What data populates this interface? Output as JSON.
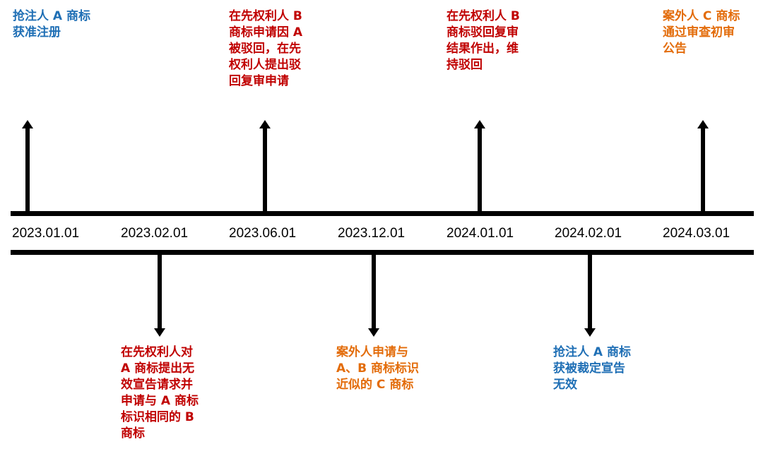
{
  "dates": [
    "2023.01.01",
    "2023.02.01",
    "2023.06.01",
    "2023.12.01",
    "2024.01.01",
    "2024.02.01",
    "2024.03.01"
  ],
  "events_above": [
    {
      "text": "抢注人 A 商标\n获准注册",
      "color": "#1f6fb5"
    },
    {
      "text": "在先权利人 B\n商标申请因 A\n被驳回，在先\n权利人提出驳\n回复审申请",
      "color": "#c00000"
    },
    {
      "text": "在先权利人 B\n商标驳回复审\n结果作出，维\n持驳回",
      "color": "#c00000"
    },
    {
      "text": "案外人 C 商标\n通过审查初审\n公告",
      "color": "#e36c0a"
    }
  ],
  "events_below": [
    {
      "text": "在先权利人对\nA 商标提出无\n效宣告请求并\n申请与 A 商标\n标识相同的 B\n商标",
      "color": "#c00000"
    },
    {
      "text": "案外人申请与\nA、B 商标标识\n近似的 C 商标",
      "color": "#e36c0a"
    },
    {
      "text": "抢注人 A 商标\n获被裁定宣告\n无效",
      "color": "#1f6fb5"
    }
  ]
}
